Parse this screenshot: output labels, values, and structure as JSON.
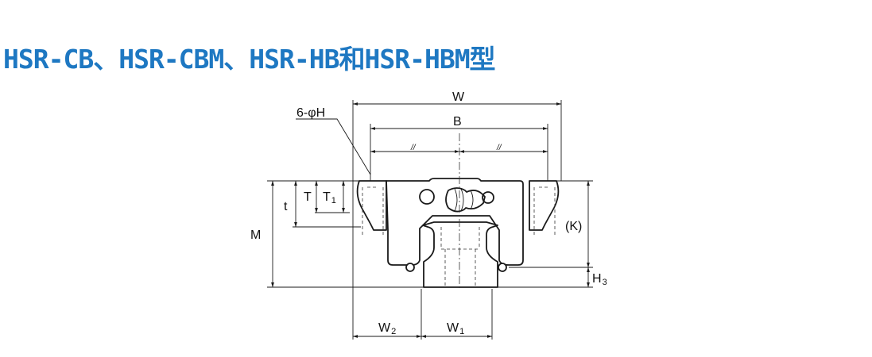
{
  "title": "HSR-CB、HSR-CBM、HSR-HB和HSR-HBM型",
  "colors": {
    "title": "#1e78c2",
    "line": "#1a1a1a"
  },
  "labels": {
    "hole": "6-φH",
    "w": "W",
    "b": "B",
    "t_lower": "t",
    "t_upper": "T",
    "t1": "T",
    "t1_sub": "1",
    "m": "M",
    "k": "(K)",
    "h3": "H",
    "h3_sub": "3",
    "w2": "W",
    "w2_sub": "2",
    "w1": "W",
    "w1_sub": "1",
    "equal_mark_left": "//",
    "equal_mark_right": "//"
  }
}
